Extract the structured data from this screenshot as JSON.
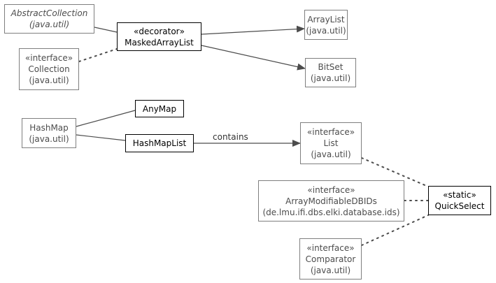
{
  "nodes": {
    "abstract_collection": {
      "name": "AbstractCollection",
      "package": "(java.util)"
    },
    "collection": {
      "stereotype": "«interface»",
      "name": "Collection",
      "package": "(java.util)"
    },
    "masked_array_list": {
      "stereotype": "«decorator»",
      "name": "MaskedArrayList"
    },
    "array_list": {
      "name": "ArrayList",
      "package": "(java.util)"
    },
    "bitset": {
      "name": "BitSet",
      "package": "(java.util)"
    },
    "any_map": {
      "name": "AnyMap"
    },
    "hashmap": {
      "name": "HashMap",
      "package": "(java.util)"
    },
    "hashmap_list": {
      "name": "HashMapList"
    },
    "list": {
      "stereotype": "«interface»",
      "name": "List",
      "package": "(java.util)"
    },
    "array_modifiable_dbids": {
      "stereotype": "«interface»",
      "name": "ArrayModifiableDBIDs",
      "package": "(de.lmu.ifi.dbs.elki.database.ids)"
    },
    "quickselect": {
      "stereotype": "«static»",
      "name": "QuickSelect"
    },
    "comparator": {
      "stereotype": "«interface»",
      "name": "Comparator",
      "package": "(java.util)"
    }
  },
  "edge_labels": {
    "contains": "contains"
  },
  "colors": {
    "main_border": "#000000",
    "external_border": "#7f7f7f",
    "external_text": "#4c4c4c",
    "edge": "#4c4c4c"
  }
}
